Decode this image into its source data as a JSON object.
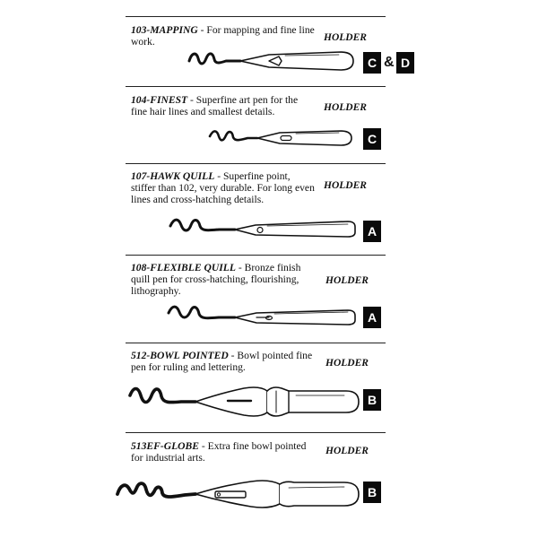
{
  "entries": [
    {
      "name": "103-MAPPING",
      "text": " - For mapping and fine line work.",
      "holder": "HOLDER",
      "badge_a": "C",
      "amp": "&",
      "badge_b": "D"
    },
    {
      "name": "104-FINEST",
      "text": " - Superfine art pen for the fine hair lines and smallest details.",
      "holder": "HOLDER",
      "badge_a": "C"
    },
    {
      "name": "107-HAWK QUILL",
      "text": " - Superfine point, stiffer than 102, very durable. For long even lines and cross-hatching details.",
      "holder": "HOLDER",
      "badge_a": "A"
    },
    {
      "name": "108-FLEXIBLE QUILL",
      "text": " - Bronze finish quill pen for cross-hatching, flourishing, lithography.",
      "holder": "HOLDER",
      "badge_a": "A"
    },
    {
      "name": "512-BOWL POINTED",
      "text": " - Bowl pointed fine pen for ruling and lettering.",
      "holder": "HOLDER",
      "badge_a": "B"
    },
    {
      "name": "513EF-GLOBE",
      "text": " - Extra fine bowl pointed for industrial arts.",
      "holder": "HOLDER",
      "badge_a": "B"
    }
  ]
}
